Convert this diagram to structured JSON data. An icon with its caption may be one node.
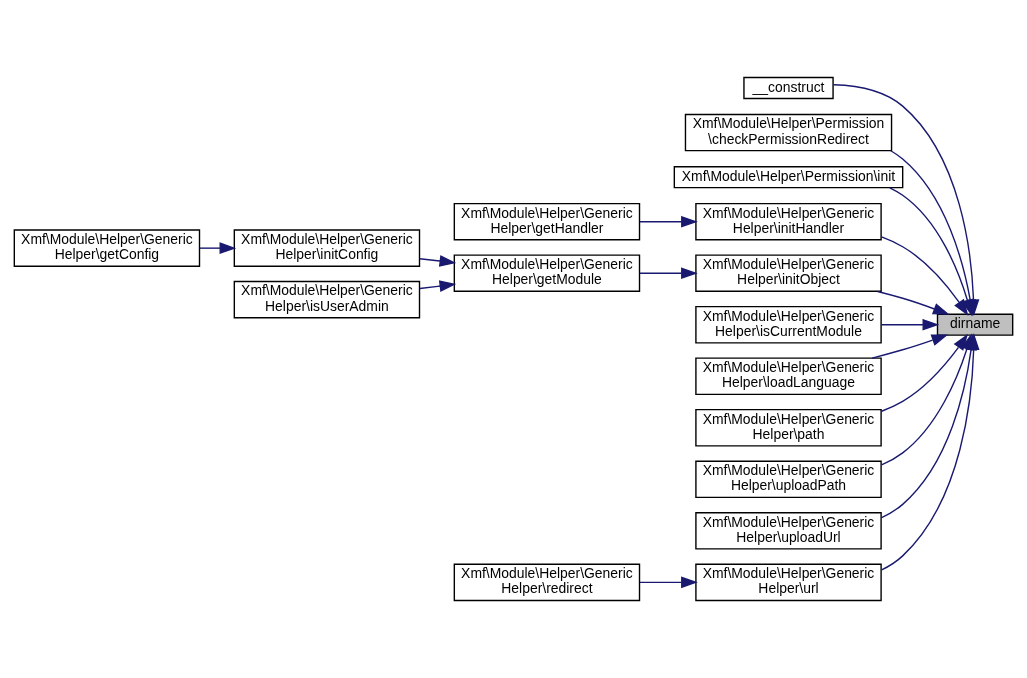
{
  "diagram": {
    "nodes": [
      {
        "text": [
          "__construct"
        ]
      },
      {
        "text": [
          "Xmf\\Module\\Helper\\Permission \\checkPermissionRedirect"
        ]
      },
      {
        "text": [
          "Xmf\\Module\\Helper\\Permission\\init"
        ]
      },
      {
        "text": [
          "Xmf\\Module\\Helper\\Generic Helper\\getHandler"
        ]
      },
      {
        "text": [
          "Xmf\\Module\\Helper\\Generic Helper\\initHandler"
        ]
      },
      {
        "text": [
          "Xmf\\Module\\Helper\\Generic Helper\\getConfig"
        ]
      },
      {
        "text": [
          "Xmf\\Module\\Helper\\Generic Helper\\initConfig"
        ]
      },
      {
        "text": [
          "Xmf\\Module\\Helper\\Generic Helper\\getModule"
        ]
      },
      {
        "text": [
          "Xmf\\Module\\Helper\\Generic Helper\\initObject"
        ]
      },
      {
        "text": [
          "Xmf\\Module\\Helper\\Generic Helper\\isUserAdmin"
        ]
      },
      {
        "text": [
          "Xmf\\Module\\Helper\\Generic Helper\\isCurrentModule"
        ]
      },
      {
        "text": [
          "dirname"
        ]
      },
      {
        "text": [
          "Xmf\\Module\\Helper\\Generic Helper\\loadLanguage"
        ]
      },
      {
        "text": [
          "Xmf\\Module\\Helper\\Generic Helper\\path"
        ]
      },
      {
        "text": [
          "Xmf\\Module\\Helper\\Generic Helper\\uploadPath"
        ]
      },
      {
        "text": [
          "Xmf\\Module\\Helper\\Generic Helper\\uploadUrl"
        ]
      },
      {
        "text": [
          "Xmf\\Module\\Helper\\Generic Helper\\redirect"
        ]
      },
      {
        "text": [
          "Xmf\\Module\\Helper\\Generic Helper\\url"
        ]
      }
    ],
    "edges": [
      {
        "from": 0,
        "to": 11,
        "arrow": "to"
      },
      {
        "from": 1,
        "to": 11,
        "arrow": "to"
      },
      {
        "from": 2,
        "to": 11,
        "arrow": "to"
      },
      {
        "from": 4,
        "to": 11,
        "arrow": "to"
      },
      {
        "from": 8,
        "to": 11,
        "arrow": "to"
      },
      {
        "from": 10,
        "to": 11,
        "arrow": "to"
      },
      {
        "from": 12,
        "to": 11,
        "arrow": "to"
      },
      {
        "from": 13,
        "to": 11,
        "arrow": "to"
      },
      {
        "from": 14,
        "to": 11,
        "arrow": "to"
      },
      {
        "from": 15,
        "to": 11,
        "arrow": "to"
      },
      {
        "from": 17,
        "to": 11,
        "arrow": "to"
      },
      {
        "from": 3,
        "to": 4,
        "arrow": "to"
      },
      {
        "from": 7,
        "to": 8,
        "arrow": "to"
      },
      {
        "from": 5,
        "to": 6,
        "arrow": "to"
      },
      {
        "from": 6,
        "to": 7,
        "arrow": "to"
      },
      {
        "from": 9,
        "to": 7,
        "arrow": "to"
      },
      {
        "from": 16,
        "to": 17,
        "arrow": "to"
      }
    ]
  }
}
